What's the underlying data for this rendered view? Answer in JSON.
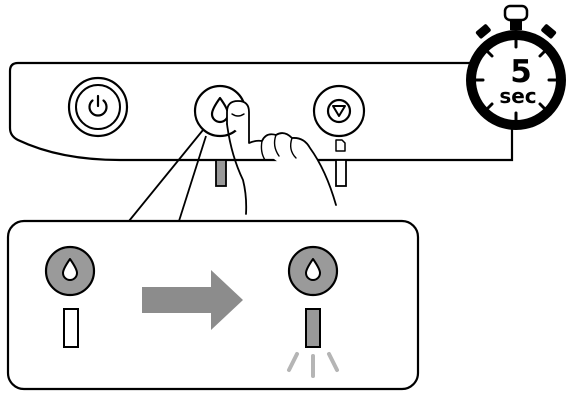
{
  "timer": {
    "value": "5",
    "unit": "sec",
    "icon": "stopwatch-icon"
  },
  "panel": {
    "buttons": [
      {
        "name": "power-button",
        "icon": "power-icon"
      },
      {
        "name": "ink-button",
        "icon": "ink-drop-icon"
      },
      {
        "name": "stop-button",
        "icon": "stop-icon"
      }
    ],
    "lights": [
      "ink-light",
      "paper-light"
    ],
    "gesture": "hand-press-icon"
  },
  "callout": {
    "before": {
      "button_icon": "ink-drop-icon",
      "light_state": "off"
    },
    "after": {
      "button_icon": "ink-drop-icon",
      "light_state": "on"
    },
    "transition": "arrow-right-icon"
  },
  "colors": {
    "line": "#000000",
    "button_gray": "#9a9a9a",
    "light_gray": "#999999",
    "arrow_gray": "#8c8c8c",
    "glow_gray": "#b5b5b5",
    "timer_ring": "#000000",
    "timer_face": "#ffffff"
  }
}
